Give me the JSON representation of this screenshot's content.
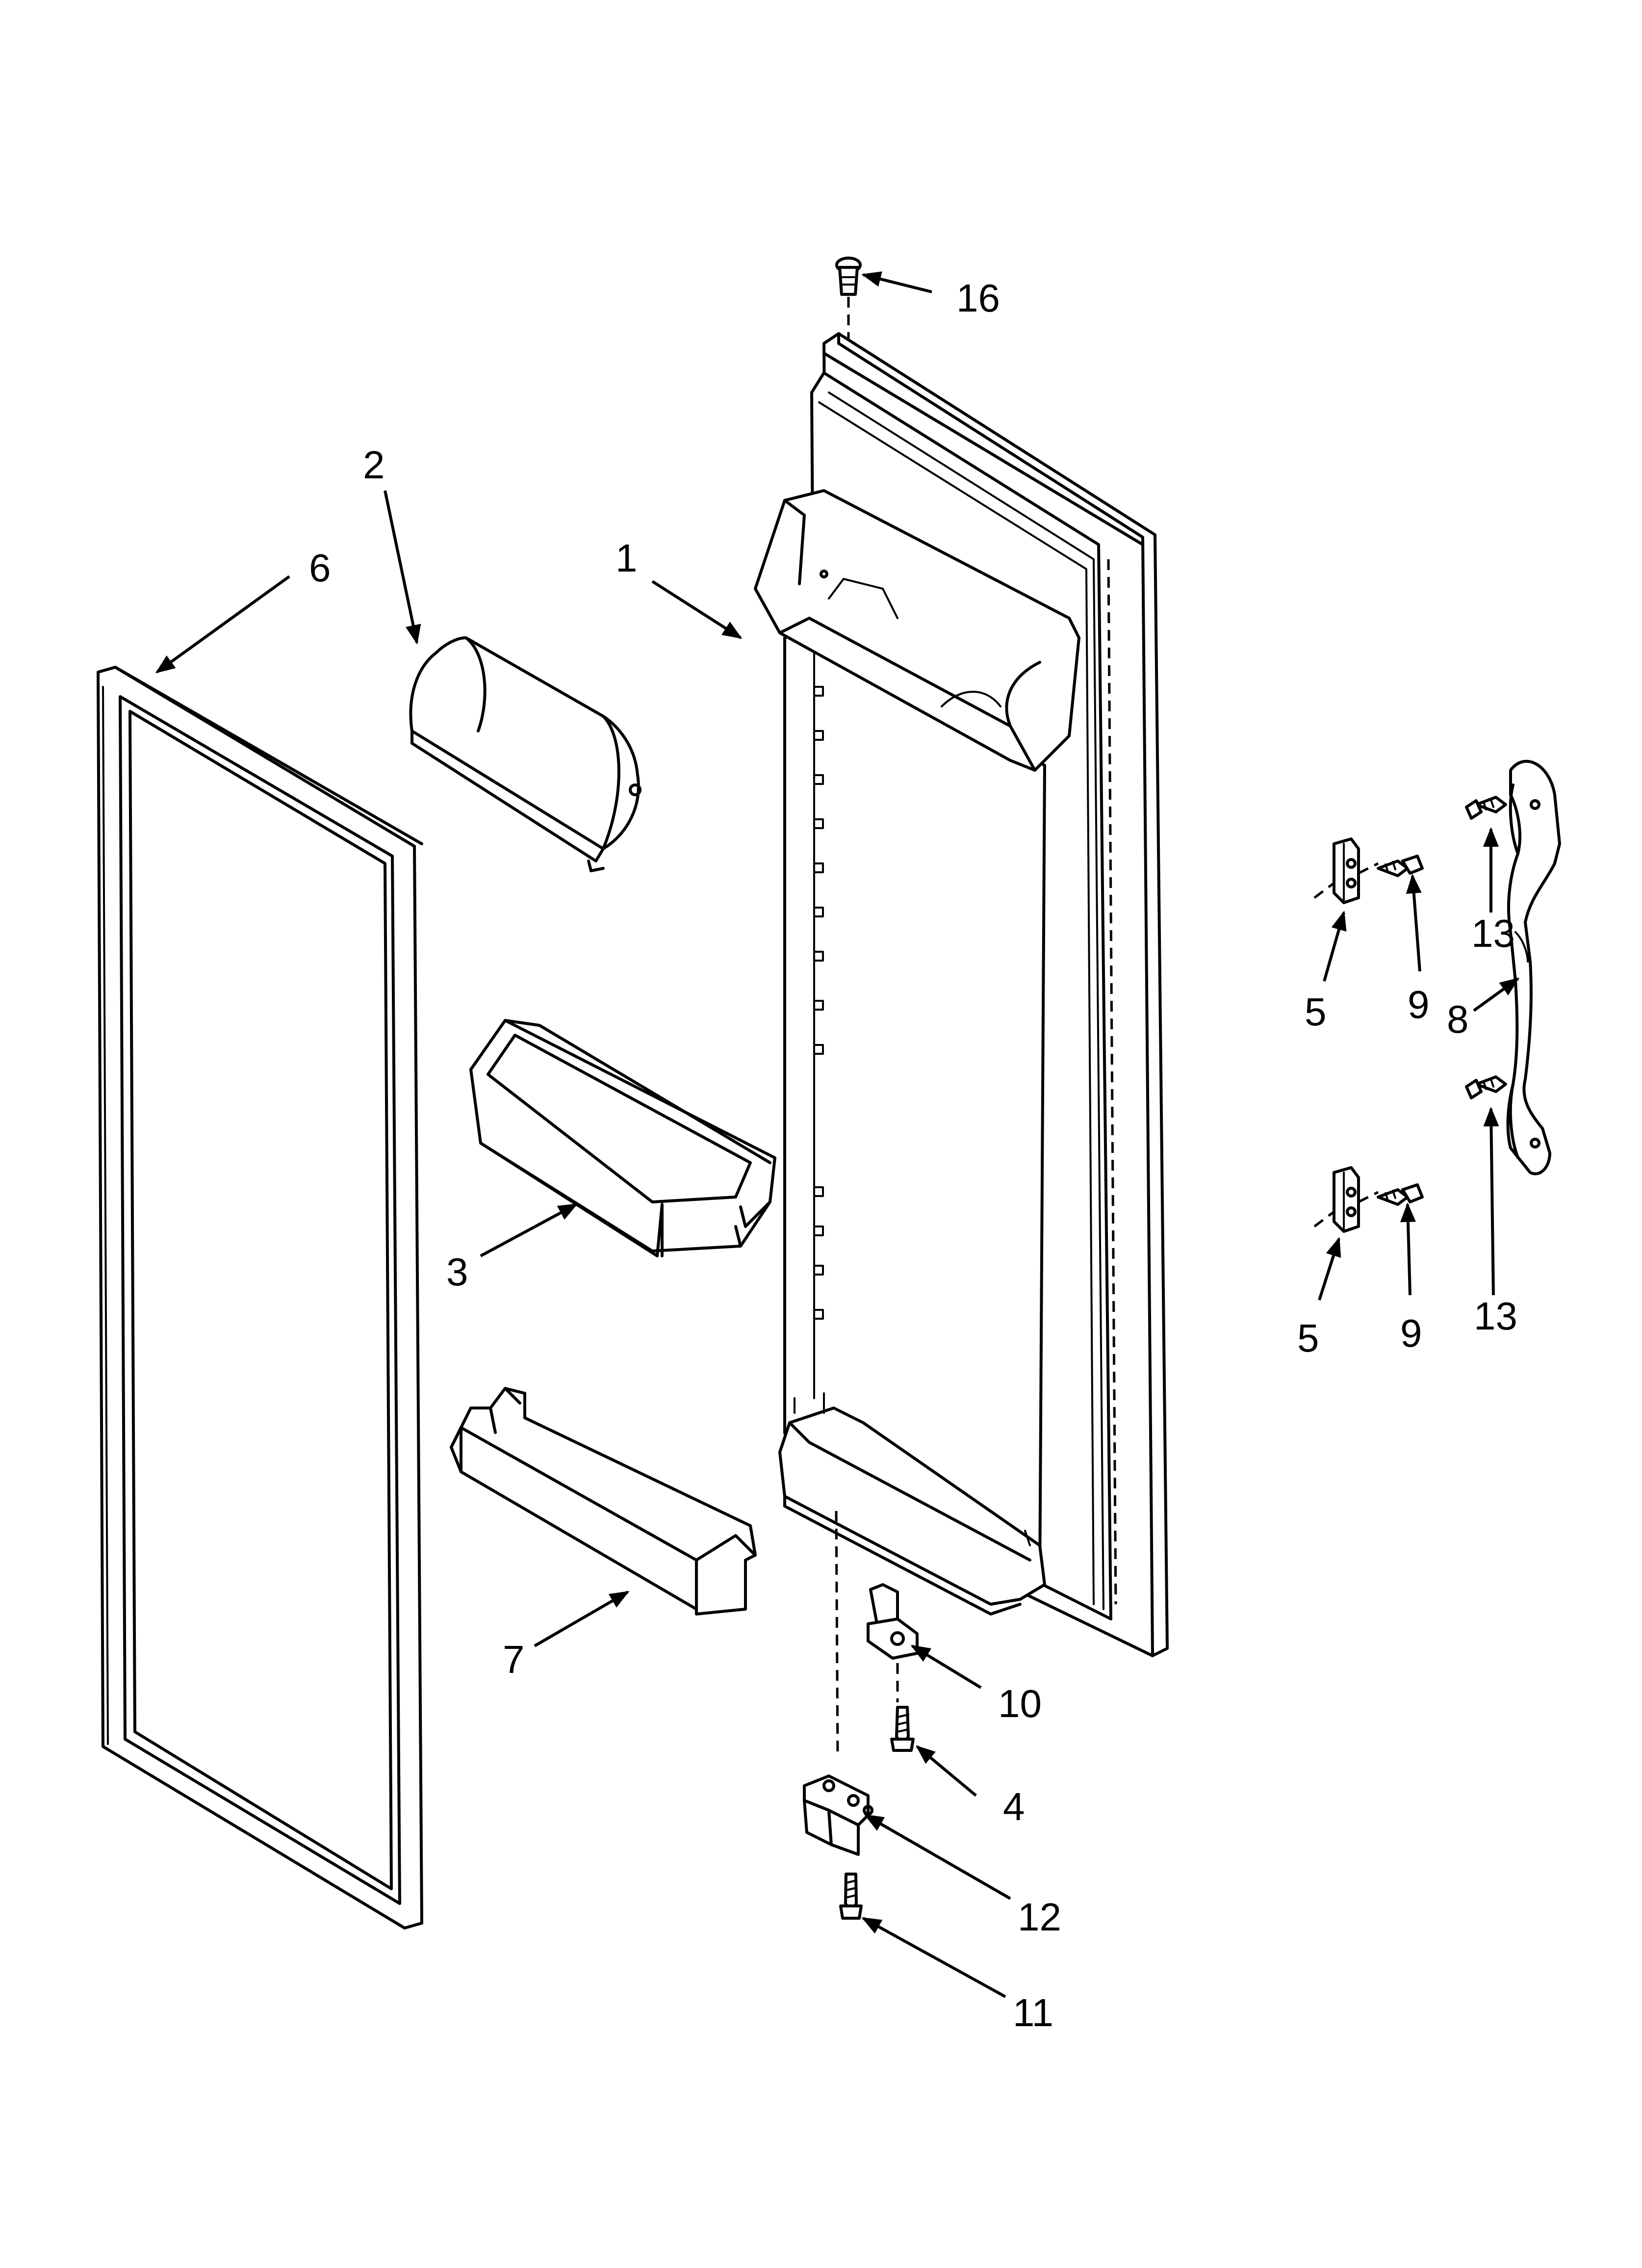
{
  "diagram": {
    "callouts": [
      {
        "id": "1",
        "text": "1"
      },
      {
        "id": "2",
        "text": "2"
      },
      {
        "id": "3",
        "text": "3"
      },
      {
        "id": "4",
        "text": "4"
      },
      {
        "id": "5a",
        "text": "5"
      },
      {
        "id": "5b",
        "text": "5"
      },
      {
        "id": "6",
        "text": "6"
      },
      {
        "id": "7",
        "text": "7"
      },
      {
        "id": "8",
        "text": "8"
      },
      {
        "id": "9a",
        "text": "9"
      },
      {
        "id": "9b",
        "text": "9"
      },
      {
        "id": "10",
        "text": "10"
      },
      {
        "id": "11",
        "text": "11"
      },
      {
        "id": "12",
        "text": "12"
      },
      {
        "id": "13a",
        "text": "13"
      },
      {
        "id": "13b",
        "text": "13"
      },
      {
        "id": "16",
        "text": "16"
      }
    ]
  }
}
